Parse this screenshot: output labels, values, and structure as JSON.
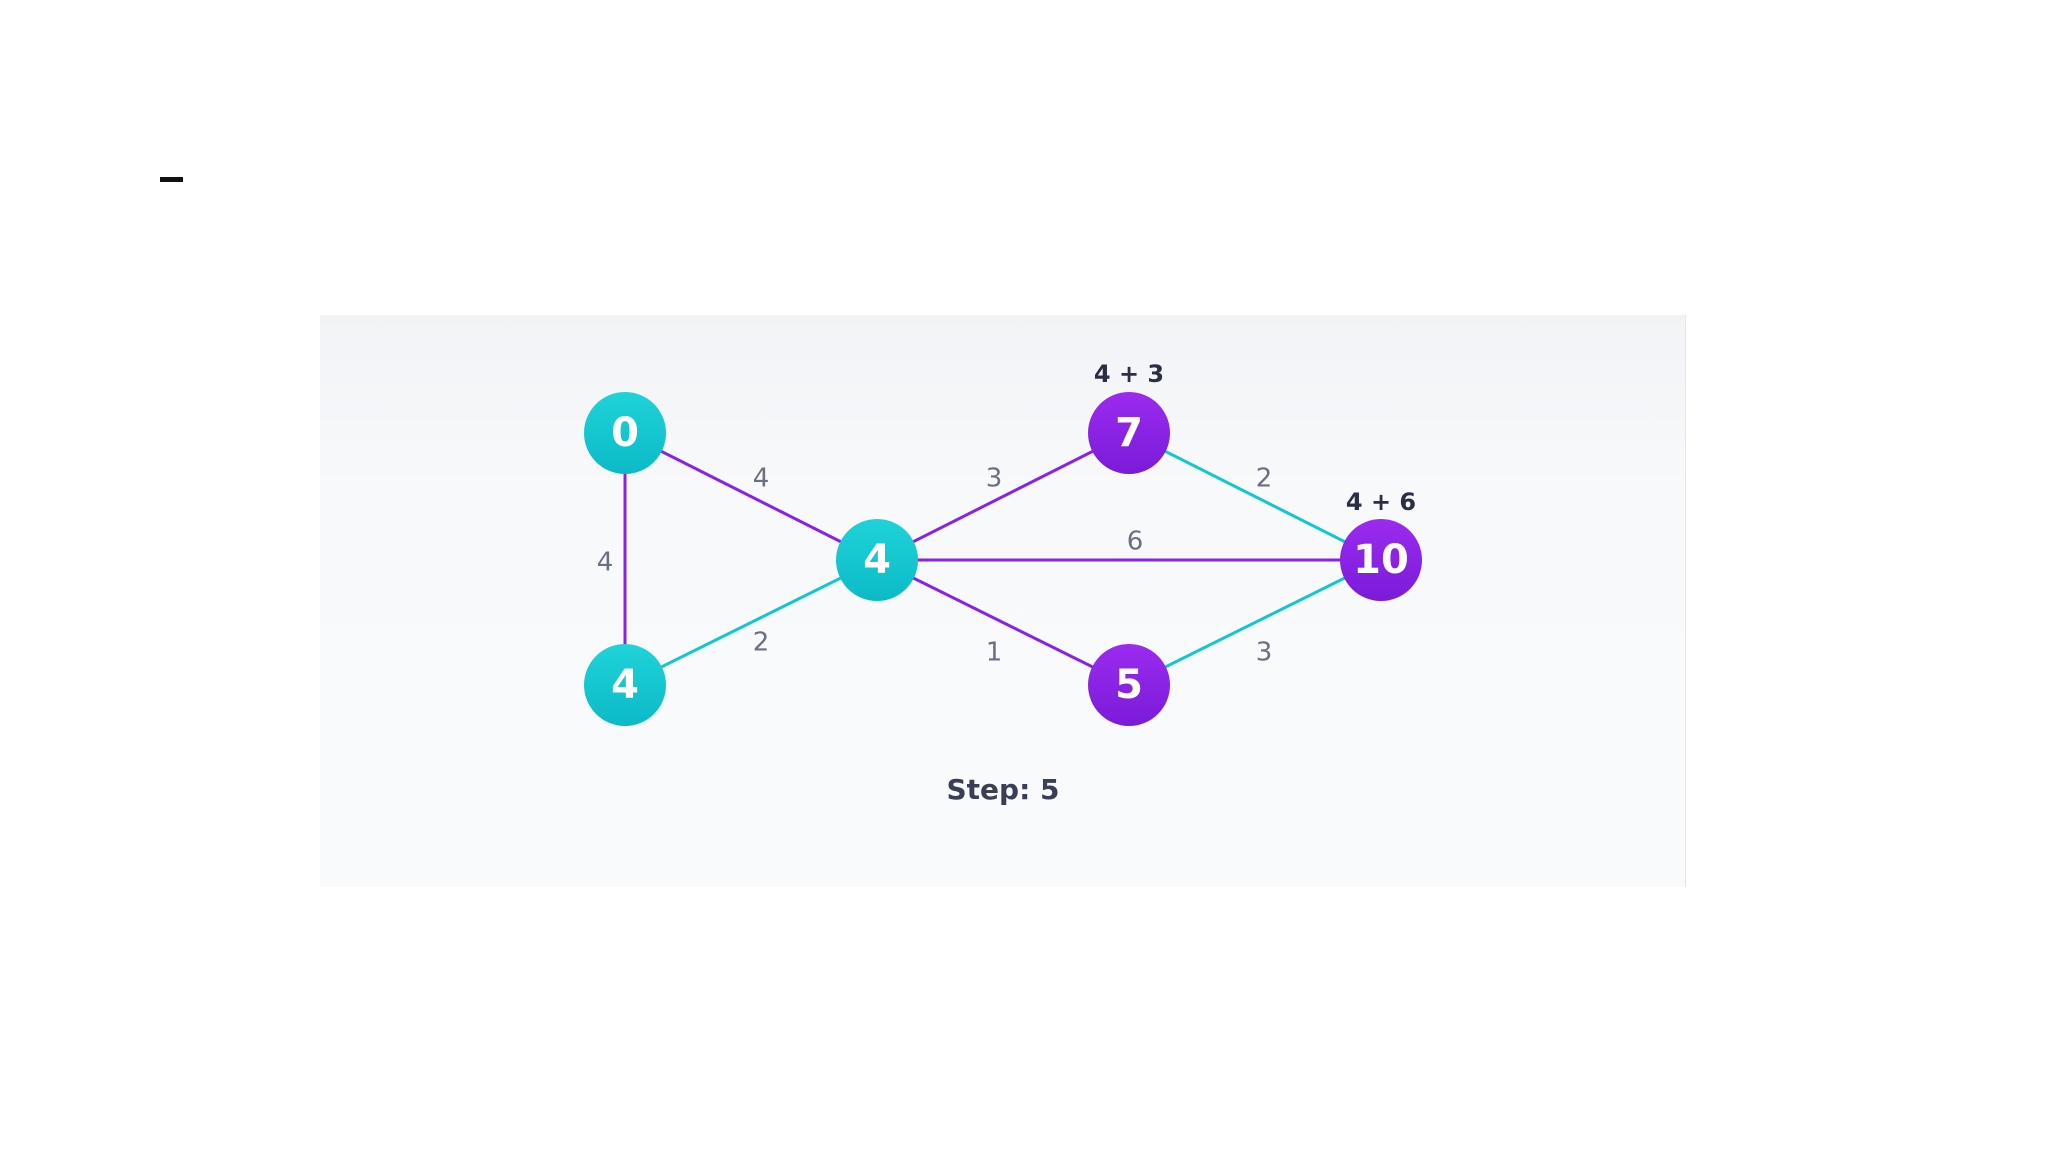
{
  "colors": {
    "teal": "#12c7cf",
    "purple": "#8a22e6",
    "edge_label": "#6b6f80",
    "annotation": "#2b2f45"
  },
  "graph": {
    "nodes": [
      {
        "id": "a",
        "label": "0",
        "state": "teal"
      },
      {
        "id": "b",
        "label": "4",
        "state": "teal"
      },
      {
        "id": "c",
        "label": "4",
        "state": "teal"
      },
      {
        "id": "d",
        "label": "7",
        "state": "purple",
        "annotation": "4 + 3"
      },
      {
        "id": "e",
        "label": "10",
        "state": "purple",
        "annotation": "4 + 6"
      },
      {
        "id": "f",
        "label": "5",
        "state": "purple"
      }
    ],
    "edges": [
      {
        "from": "a",
        "to": "c",
        "weight": "4",
        "state": "purple"
      },
      {
        "from": "a",
        "to": "b",
        "weight": "4",
        "state": "purple"
      },
      {
        "from": "c",
        "to": "b",
        "weight": "2",
        "state": "teal"
      },
      {
        "from": "b",
        "to": "d",
        "weight": "3",
        "state": "purple"
      },
      {
        "from": "b",
        "to": "e",
        "weight": "6",
        "state": "purple"
      },
      {
        "from": "b",
        "to": "f",
        "weight": "1",
        "state": "purple"
      },
      {
        "from": "d",
        "to": "e",
        "weight": "2",
        "state": "teal"
      },
      {
        "from": "f",
        "to": "e",
        "weight": "3",
        "state": "teal"
      }
    ]
  },
  "step": "Step: 5"
}
